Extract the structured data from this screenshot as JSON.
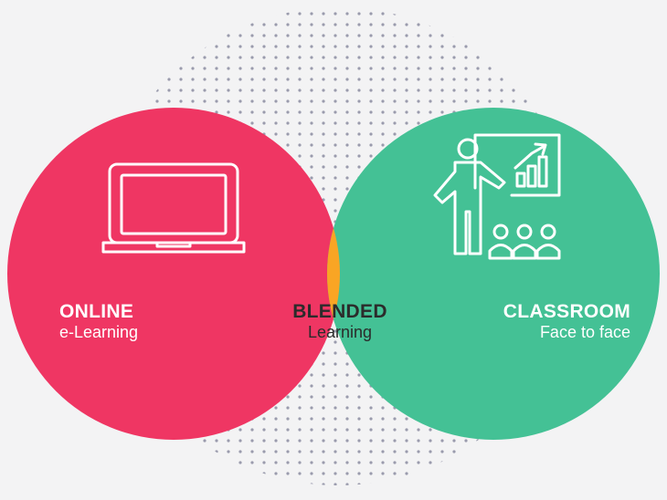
{
  "colors": {
    "background": "#f3f3f4",
    "dots": "#9a9bad",
    "online": "#ef3663",
    "classroom": "#44c195",
    "blended": "#f9a524",
    "icon_stroke": "#ffffff",
    "blended_text": "#2b2b2b"
  },
  "regions": {
    "online": {
      "title": "ONLINE",
      "subtitle": "e-Learning",
      "icon": "laptop-icon"
    },
    "blended": {
      "title": "BLENDED",
      "subtitle": "Learning"
    },
    "classroom": {
      "title": "CLASSROOM",
      "subtitle": "Face to face",
      "icon": "teacher-presentation-icon"
    }
  }
}
